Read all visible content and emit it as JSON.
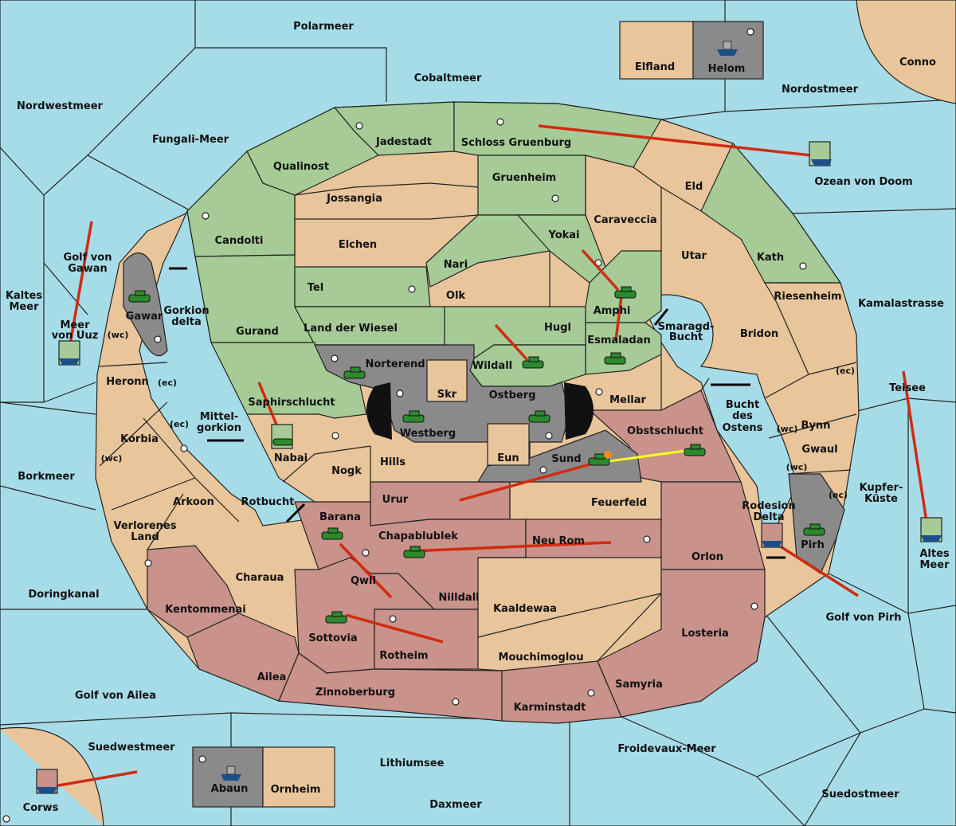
{
  "colors": {
    "sea": "#a6dce8",
    "neutral": "#e8c59a",
    "green": "#a6cb96",
    "red": "#c9928a",
    "grey": "#8a8a8a",
    "order": "#d22a12",
    "support": "#ffff22"
  },
  "regions": {
    "polarmeer": "Polarmeer",
    "cobaltmeer": "Cobaltmeer",
    "elfland": "Elfland",
    "helom": "Helom",
    "conno": "Conno",
    "nordostmeer": "Nordostmeer",
    "nordwestmeer": "Nordwestmeer",
    "fungali": "Fungali-Meer",
    "jadestadt": "Jadestadt",
    "schloss": "Schloss Gruenburg",
    "qualinost": "Qualinost",
    "gruenheim": "Gruenheim",
    "eld": "Eld",
    "ozean": "Ozean von Doom",
    "jossangia": "Jossangia",
    "caraveccia": "Caraveccia",
    "candolti": "Candolti",
    "yokai": "Yokai",
    "elchen": "Elchen",
    "utar": "Utar",
    "kath": "Kath",
    "golf_gawan": "Golf von\nGawan",
    "nari": "Nari",
    "kaltes": "Kaltes\nMeer",
    "tel": "Tel",
    "amphi": "Amphi",
    "olk": "Olk",
    "riesenheim": "Riesenheim",
    "kamalastrasse": "Kamalastrasse",
    "gawar": "Gawar",
    "gorkion_delta": "Gorkion\ndelta",
    "meer_uuz": "Meer\nvon Uuz",
    "gurand": "Gurand",
    "land_wiesel": "Land der Wiesel",
    "hugl": "Hugl",
    "smaragd": "Smaragd-\nBucht",
    "bridon": "Bridon",
    "esmaladan": "Esmaladan",
    "norterend": "Norterend",
    "wildall": "Wildall",
    "heronn": "Heronn",
    "skr": "Skr",
    "ostberg": "Ostberg",
    "mellar": "Mellar",
    "teisee": "Teisee",
    "saphirschlucht": "Saphirschlucht",
    "bucht_ostens": "Bucht\ndes\nOstens",
    "mittelgorkion": "Mittel-\ngorkion",
    "westberg": "Westberg",
    "obstschlucht": "Obstschlucht",
    "bynn": "Bynn",
    "korbia": "Korbia",
    "nabai": "Nabai",
    "eun": "Eun",
    "sund": "Sund",
    "gwaul": "Gwaul",
    "hills": "Hills",
    "nogk": "Nogk",
    "borkmeer": "Borkmeer",
    "kupferkueste": "Kupfer-\nKüste",
    "arkoon": "Arkoon",
    "urur": "Urur",
    "feuerfeld": "Feuerfeld",
    "rotbucht": "Rotbucht",
    "rodesion": "Rodesion\nDelta",
    "barana": "Barana",
    "verlorenes": "Verlorenes\nLand",
    "chapablublek": "Chapablublek",
    "neu_rom": "Neu Rom",
    "pirh": "Pirh",
    "altes_meer": "Altes\nMeer",
    "orlon": "Orlon",
    "charaua": "Charaua",
    "qwil": "Qwil",
    "nilldall": "Nilldall",
    "doringkanal": "Doringkanal",
    "kentommenai": "Kentommenai",
    "kaaldewaa": "Kaaldewaa",
    "golf_pirh": "Golf von Pirh",
    "sottovia": "Sottovia",
    "losteria": "Losteria",
    "rotheim": "Rotheim",
    "mouchimoglou": "Mouchimoglou",
    "ailea": "Ailea",
    "samyria": "Samyria",
    "zinnoberburg": "Zinnoberburg",
    "golf_ailea": "Golf von Ailea",
    "karminstadt": "Karminstadt",
    "suedwestmeer": "Suedwestmeer",
    "froidevaux": "Froidevaux-Meer",
    "lithiumsee": "Lithiumsee",
    "abaun": "Abaun",
    "ornheim": "Ornheim",
    "corws": "Corws",
    "daxmeer": "Daxmeer",
    "suedostmeer": "Suedostmeer"
  },
  "coast_tags": {
    "wc1": "(wc)",
    "ec1": "(ec)",
    "ec2": "(ec)",
    "wc2": "(wc)",
    "ec3": "(ec)",
    "wc3": "(wc)",
    "wc4": "(wc)",
    "ec4": "(ec)"
  },
  "units": [
    {
      "kind": "fleet",
      "owner": "grey"
    },
    {
      "kind": "fleet",
      "owner": "green"
    },
    {
      "kind": "army",
      "owner": "green"
    },
    {
      "kind": "army",
      "owner": "grey"
    },
    {
      "kind": "fleet",
      "owner": "green"
    },
    {
      "kind": "army",
      "owner": "green"
    },
    {
      "kind": "army",
      "owner": "green"
    },
    {
      "kind": "army",
      "owner": "grey"
    },
    {
      "kind": "army",
      "owner": "green"
    },
    {
      "kind": "army",
      "owner": "grey"
    },
    {
      "kind": "army",
      "owner": "grey"
    },
    {
      "kind": "army",
      "owner": "green"
    },
    {
      "kind": "army",
      "owner": "green"
    },
    {
      "kind": "army",
      "owner": "green"
    },
    {
      "kind": "army",
      "owner": "green"
    },
    {
      "kind": "army",
      "owner": "green"
    },
    {
      "kind": "army",
      "owner": "green"
    },
    {
      "kind": "fleet",
      "owner": "red"
    },
    {
      "kind": "army",
      "owner": "green"
    },
    {
      "kind": "fleet",
      "owner": "green"
    },
    {
      "kind": "fleet",
      "owner": "grey"
    },
    {
      "kind": "fleet",
      "owner": "red"
    }
  ]
}
